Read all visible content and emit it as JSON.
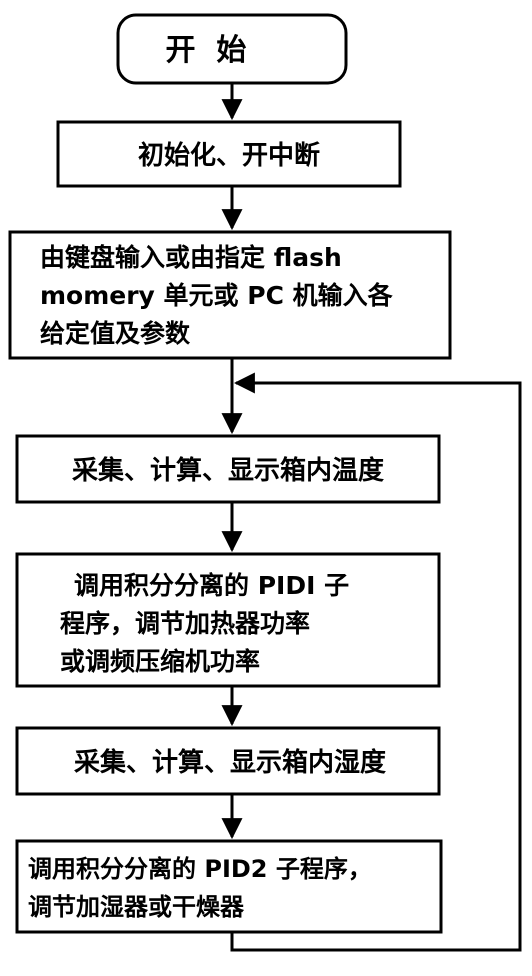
{
  "diagram": {
    "nodes": [
      {
        "id": "start",
        "shape": "terminal",
        "lines": [
          "开  始"
        ]
      },
      {
        "id": "init",
        "shape": "process",
        "lines": [
          "初始化、开中断"
        ]
      },
      {
        "id": "input",
        "shape": "process",
        "lines": [
          "由键盘输入或由指定 flash",
          "momery 单元或 PC 机输入各",
          "给定值及参数"
        ]
      },
      {
        "id": "temp",
        "shape": "process",
        "lines": [
          "采集、计算、显示箱内温度"
        ]
      },
      {
        "id": "pid1",
        "shape": "process",
        "lines": [
          "调用积分分离的 PIDI 子",
          "程序，调节加热器功率",
          "或调频压缩机功率"
        ]
      },
      {
        "id": "humidity",
        "shape": "process",
        "lines": [
          "采集、计算、显示箱内湿度"
        ]
      },
      {
        "id": "pid2",
        "shape": "process",
        "lines": [
          "调用积分分离的 PID2 子程序，",
          "调节加湿器或干燥器"
        ]
      }
    ],
    "edges": [
      {
        "from": "start",
        "to": "init"
      },
      {
        "from": "init",
        "to": "input"
      },
      {
        "from": "input",
        "to": "temp"
      },
      {
        "from": "temp",
        "to": "pid1"
      },
      {
        "from": "pid1",
        "to": "humidity"
      },
      {
        "from": "humidity",
        "to": "pid2"
      },
      {
        "from": "pid2",
        "to": "temp",
        "kind": "loop-back"
      }
    ]
  }
}
